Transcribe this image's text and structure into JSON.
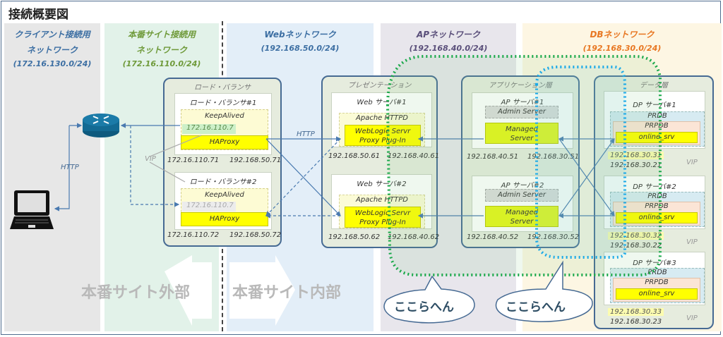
{
  "title": "接続概要図",
  "zones": [
    {
      "name": "クライアント接続用",
      "name2": "ネットワーク",
      "cidr": "(172.16.130.0/24)",
      "color": "#3d6fa3"
    },
    {
      "name": "本番サイト接続用",
      "name2": "ネットワーク",
      "cidr": "(172.16.110.0/24)",
      "color": "#6f9a3a"
    },
    {
      "name": "Webネットワーク",
      "cidr": "(192.168.50.0/24)",
      "color": "#3d6fa3"
    },
    {
      "name": "APネットワーク",
      "cidr": "(192.168.40.0/24)",
      "color": "#5a4f7a"
    },
    {
      "name": "DBネットワーク",
      "cidr": "(192.168.30.0/24)",
      "color": "#e87722"
    }
  ],
  "client_link_label": "HTTP",
  "web_link_label": "HTTP",
  "vip_label": "VIP",
  "load_balancer": {
    "group_label": "ロード・バランサ",
    "nodes": [
      {
        "name": "ロード・バランサ#1",
        "keepalived": "KeepAlived",
        "vip": "172.16.110.7",
        "haproxy": "HAProxy",
        "ip_left": "172.16.110.71",
        "ip_right": "192.168.50.71",
        "active": true
      },
      {
        "name": "ロード・バランサ#2",
        "keepalived": "KeepAlived",
        "vip": "172.16.110.7",
        "haproxy": "HAProxy",
        "ip_left": "172.16.110.72",
        "ip_right": "192.168.50.72",
        "active": false
      }
    ]
  },
  "presentation": {
    "group_label": "プレゼンテーション",
    "nodes": [
      {
        "name": "Web サーバ#1",
        "apache": "Apache HTTPD",
        "plugin_line1": "WebLogic Servr",
        "plugin_line2": "Proxy Plug-In",
        "ip_left": "192.168.50.61",
        "ip_right": "192.168.40.61"
      },
      {
        "name": "Web サーバ#2",
        "apache": "Apache HTTPD",
        "plugin_line1": "WebLogic Servr",
        "plugin_line2": "Proxy Plug-In",
        "ip_left": "192.168.50.62",
        "ip_right": "192.168.40.62"
      }
    ]
  },
  "application": {
    "group_label": "アプリケーション層",
    "nodes": [
      {
        "name": "AP サーバ#1",
        "admin": "Admin Server",
        "managed_line1": "Managed",
        "managed_line2": "Server",
        "ip_left": "192.168.40.51",
        "ip_right": "192.168.30.51"
      },
      {
        "name": "AP サーバ#2",
        "admin": "Admin Server",
        "managed_line1": "Managed",
        "managed_line2": "Server",
        "ip_left": "192.168.40.52",
        "ip_right": "192.168.30.52"
      }
    ]
  },
  "data": {
    "group_label": "データ層",
    "nodes": [
      {
        "name": "DP サーバ#1",
        "prdb": "PRDB",
        "prpdb": "PRPDB",
        "service": "online_srv",
        "vip": "192.168.30.31",
        "ip": "192.168.30.21"
      },
      {
        "name": "DP サーバ#2",
        "prdb": "PRDB",
        "prpdb": "PRPDB",
        "service": "online_srv",
        "vip": "192.168.30.32",
        "ip": "192.168.30.22"
      },
      {
        "name": "DP サーバ#3",
        "prdb": "PRDB",
        "prpdb": "PRPDB",
        "service": "online_srv",
        "vip": "192.168.30.33",
        "ip": "192.168.30.23"
      }
    ]
  },
  "site_external_label": "本番サイト外部",
  "site_internal_label": "本番サイト内部",
  "callouts": [
    {
      "text": "ここらへん",
      "highlight_color": "#1aa84a"
    },
    {
      "text": "ここらへん",
      "highlight_color": "#1aa9e8"
    }
  ]
}
